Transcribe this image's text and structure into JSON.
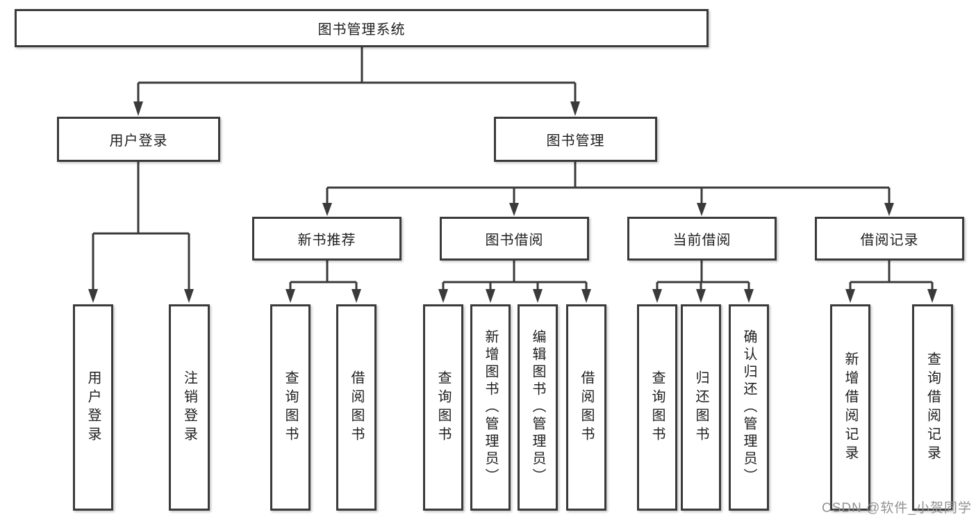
{
  "diagram": {
    "title_note": "functional structure tree",
    "tree": {
      "label": "图书管理系统",
      "children": [
        {
          "label": "用户登录",
          "children": [
            {
              "label": "用户登录"
            },
            {
              "label": "注销登录"
            }
          ]
        },
        {
          "label": "图书管理",
          "children": [
            {
              "label": "新书推荐",
              "children": [
                {
                  "label": "查询图书"
                },
                {
                  "label": "借阅图书"
                }
              ]
            },
            {
              "label": "图书借阅",
              "children": [
                {
                  "label": "查询图书"
                },
                {
                  "label": "新增图书（管理员）"
                },
                {
                  "label": "编辑图书（管理员）"
                },
                {
                  "label": "借阅图书"
                }
              ]
            },
            {
              "label": "当前借阅",
              "children": [
                {
                  "label": "查询图书"
                },
                {
                  "label": "归还图书"
                },
                {
                  "label": "确认归还（管理员）"
                }
              ]
            },
            {
              "label": "借阅记录",
              "children": [
                {
                  "label": "新增借阅记录"
                },
                {
                  "label": "查询借阅记录"
                }
              ]
            }
          ]
        }
      ]
    },
    "colors": {
      "line": "#3a3a3a",
      "text": "#1e1e1e",
      "background": "#ffffff",
      "watermark": "#929295"
    }
  },
  "watermark": {
    "text": "CSDN @软件_小贺同学"
  }
}
